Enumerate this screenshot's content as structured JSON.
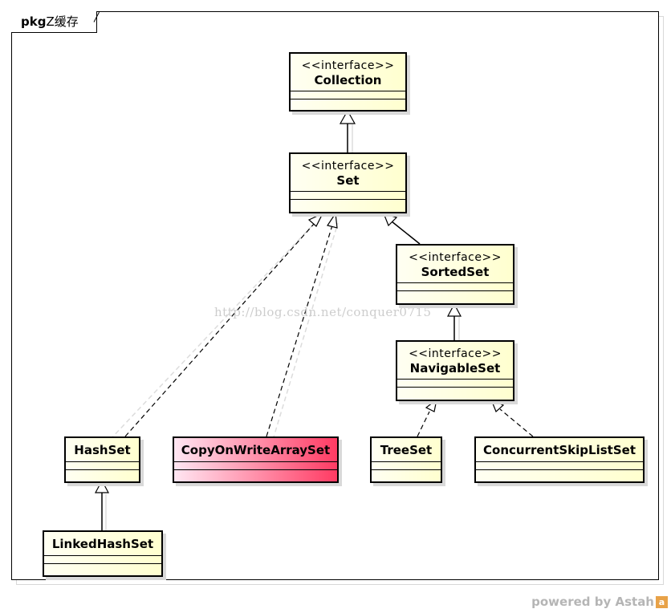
{
  "package": {
    "keyword": "pkg",
    "name": "Z缓存"
  },
  "classes": {
    "collection": {
      "stereotype": "<<interface>>",
      "name": "Collection"
    },
    "set": {
      "stereotype": "<<interface>>",
      "name": "Set"
    },
    "sorted_set": {
      "stereotype": "<<interface>>",
      "name": "SortedSet"
    },
    "navigable_set": {
      "stereotype": "<<interface>>",
      "name": "NavigableSet"
    },
    "hash_set": {
      "name": "HashSet"
    },
    "copy_on_write": {
      "name": "CopyOnWriteArraySet"
    },
    "tree_set": {
      "name": "TreeSet"
    },
    "concurrent_skip": {
      "name": "ConcurrentSkipListSet"
    },
    "linked_hash_set": {
      "name": "LinkedHashSet"
    }
  },
  "watermark": "http://blog.csdn.net/conquer0715",
  "footer": {
    "text": "powered by Astah",
    "logo_letter": "a"
  },
  "colors": {
    "class_fill": "#ffffcf",
    "highlight_start": "#ffe6f2",
    "highlight_end": "#ff3b63",
    "footer_text": "#b5b5b5"
  }
}
